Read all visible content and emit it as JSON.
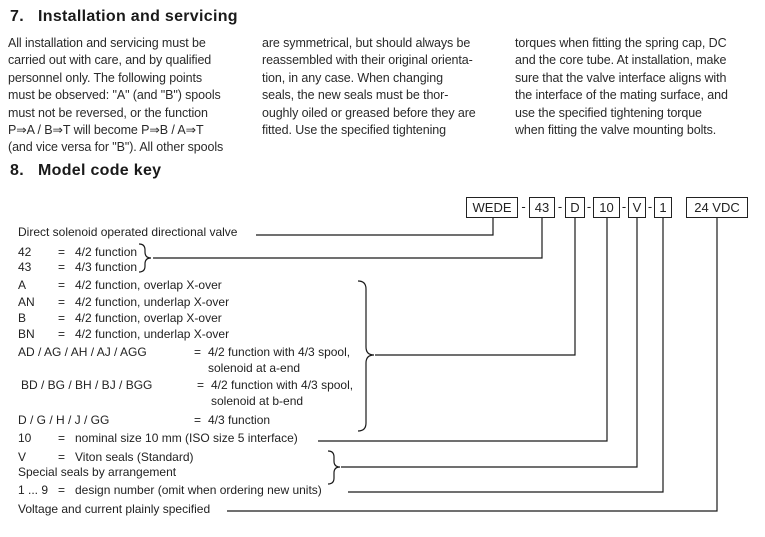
{
  "section7": {
    "number": "7.",
    "title": "Installation and servicing",
    "col1": "All installation and servicing  must be\ncarried out with care, and by qualified\npersonnel only. The following points\nmust be observed: \"A\" (and \"B\") spools\nmust not be reversed, or the function\nP⇒A / B⇒T will become P⇒B / A⇒T\n(and vice versa for \"B\"). All other spools",
    "col2": "are symmetrical, but should always be\nreassembled with their original orienta-\ntion, in any case. When changing\nseals, the new seals must be thor-\noughly oiled or greased before they are\nfitted. Use the specified tightening",
    "col3": "torques when fitting the spring cap, DC\nand the core tube. At installation, make\nsure that the valve interface aligns with\nthe interface of the mating surface, and\nuse the specified tightening torque\nwhen fitting the valve mounting bolts."
  },
  "section8": {
    "number": "8.",
    "title": "Model code key",
    "separator": "-",
    "code_boxes": [
      "WEDE",
      "43",
      "D",
      "10",
      "V",
      "1",
      "24 VDC"
    ],
    "rows": [
      {
        "text": "Direct solenoid operated directional valve"
      },
      {
        "label": "42",
        "eq": "=",
        "value": "4/2 function"
      },
      {
        "label": "43",
        "eq": "=",
        "value": "4/3 function"
      },
      {
        "label": "A",
        "eq": "=",
        "value": "4/2 function, overlap X-over"
      },
      {
        "label": "AN",
        "eq": "=",
        "value": "4/2 function, underlap X-over"
      },
      {
        "label": "B",
        "eq": "=",
        "value": "4/2 function, overlap X-over"
      },
      {
        "label": "BN",
        "eq": "=",
        "value": "4/2 function, underlap X-over"
      },
      {
        "label": "AD / AG / AH / AJ / AGG",
        "eq": "=",
        "value": "4/2 function with 4/3 spool,\nsolenoid at a-end"
      },
      {
        "label": "BD / BG / BH / BJ / BGG",
        "eq": "=",
        "value": "4/2 function with 4/3 spool,\nsolenoid at b-end"
      },
      {
        "label": "D / G / H / J / GG",
        "eq": "=",
        "value": "4/3 function"
      },
      {
        "label": "10",
        "eq": "=",
        "value": "nominal size 10 mm (ISO size 5 interface)"
      },
      {
        "label": "V",
        "eq": "=",
        "value": "Viton seals (Standard)"
      },
      {
        "text": "Special seals by arrangement"
      },
      {
        "label": "1 ... 9",
        "eq": "=",
        "value": "design number (omit when ordering new units)"
      },
      {
        "text": "Voltage and current plainly specified"
      }
    ]
  }
}
